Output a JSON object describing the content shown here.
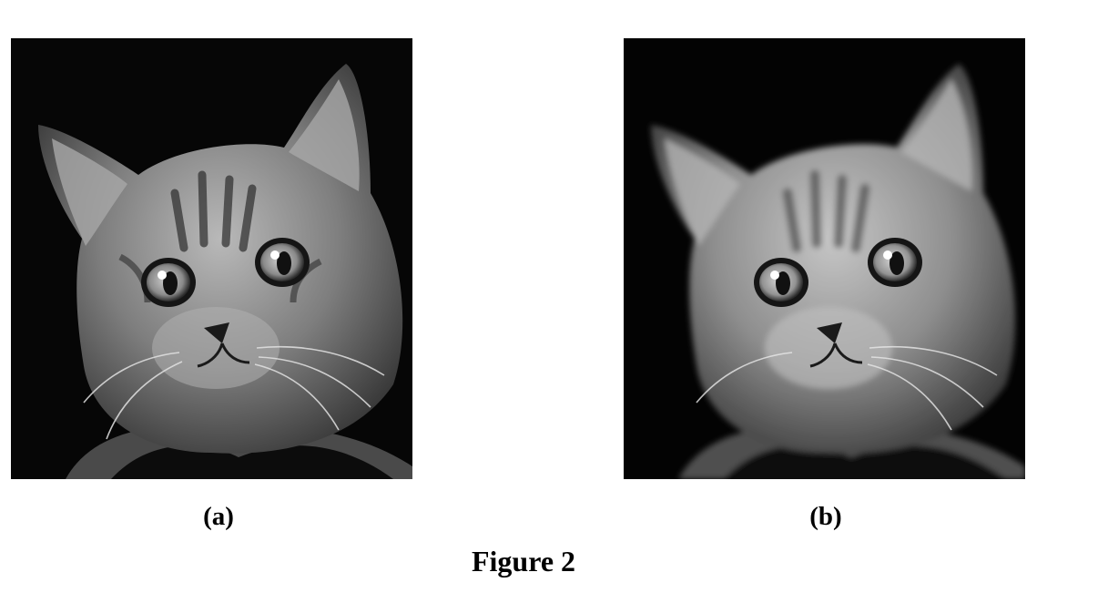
{
  "figure": {
    "caption": "Figure 2",
    "panels": [
      {
        "label": "(a)",
        "image": "kitten-photo-grayscale"
      },
      {
        "label": "(b)",
        "image": "kitten-photo-smoothed"
      }
    ]
  }
}
